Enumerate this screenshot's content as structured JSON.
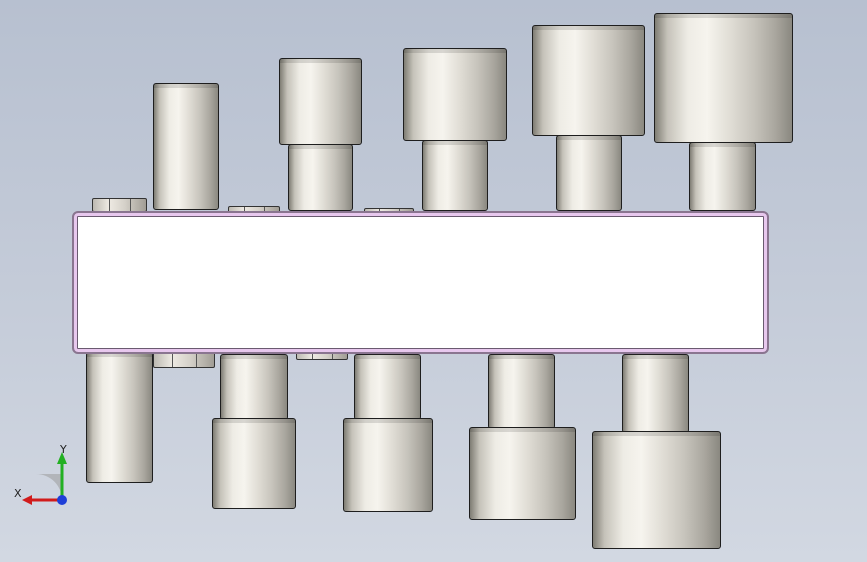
{
  "viewport": {
    "background_top": "#b7c0d0",
    "background_bottom": "#d2d8e2"
  },
  "model": {
    "rail_color": "#ffffff",
    "rail_edge_color": "#e8c8ee",
    "part_color": "#eeece5",
    "sockets_top_count": 5,
    "sockets_bottom_count": 5
  },
  "triad": {
    "x_label": "X",
    "y_label": "Y",
    "x_color": "#d11b1b",
    "y_color": "#22b022",
    "z_color": "#1e3fd8"
  }
}
